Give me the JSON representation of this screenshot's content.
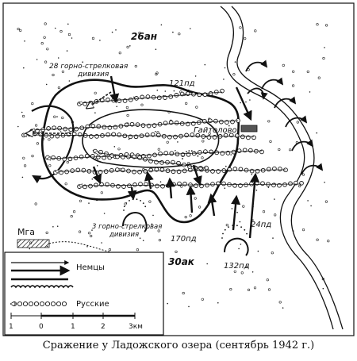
{
  "caption": "Сражение у Ладожского озера (сентябрь 1942 г.)",
  "labels": {
    "army26": "26ан",
    "div28a": "28 горно-стрелковая",
    "div28b": "дивизия",
    "div121": "121пд",
    "gaitolovo": "Гайтолово",
    "div3a": "3 горно-стрелковая",
    "div3b": "дивизия",
    "div170": "170пд",
    "div24": "24пд",
    "div132": "132пд",
    "army30": "30ак",
    "mga": "Мга"
  },
  "legend": {
    "germans": "Немцы",
    "russians": "Русские",
    "scale_ticks": [
      "1",
      "0",
      "1",
      "2",
      "3км"
    ]
  }
}
